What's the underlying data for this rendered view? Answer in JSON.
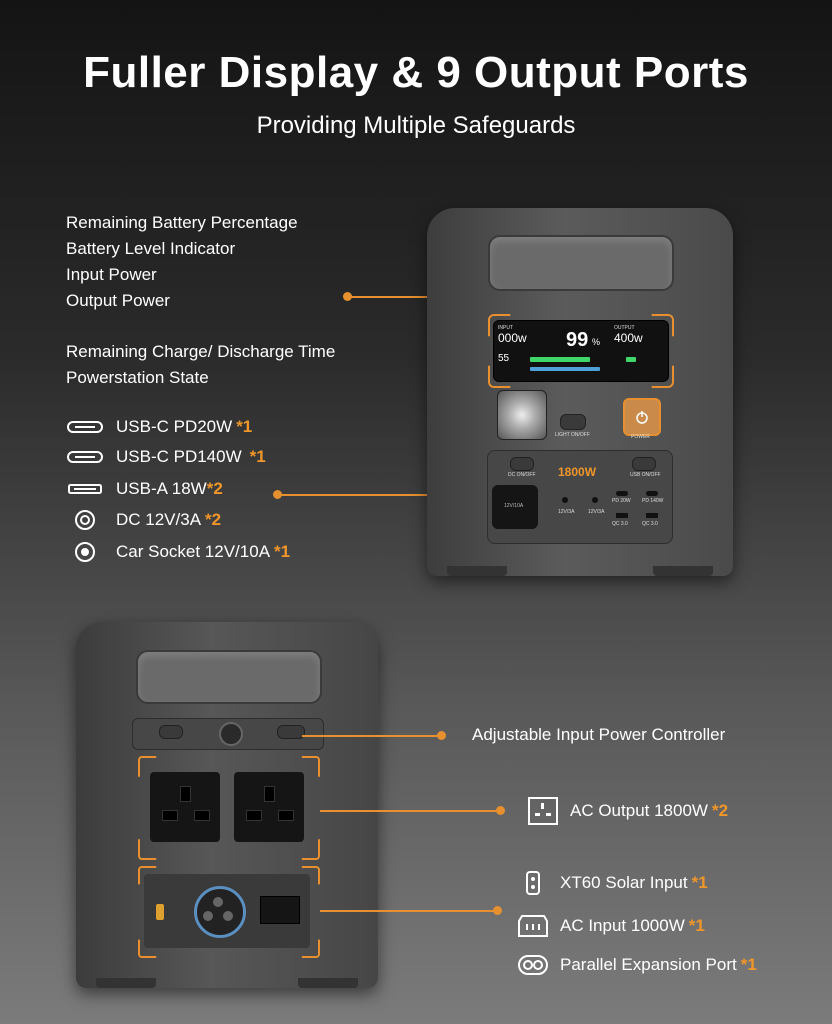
{
  "header": {
    "title": "Fuller Display & 9 Output Ports",
    "subtitle": "Providing Multiple Safeguards"
  },
  "display_features": [
    "Remaining Battery Percentage",
    "Battery Level Indicator",
    "Input Power",
    "Output Power",
    "Remaining Charge/ Discharge Time",
    "Powerstation State"
  ],
  "front_ports": [
    {
      "icon": "usb-c-port-icon",
      "label": "USB-C PD20W",
      "ref": "*1"
    },
    {
      "icon": "usb-c-port-icon",
      "label": "USB-C PD140W",
      "ref": "*1"
    },
    {
      "icon": "usb-a-port-icon",
      "label": "USB-A 18W",
      "ref": "*2"
    },
    {
      "icon": "dc-port-icon",
      "label": "DC 12V/3A",
      "ref": "*2"
    },
    {
      "icon": "car-socket-icon",
      "label": "Car Socket 12V/10A",
      "ref": "*1"
    }
  ],
  "back_features": {
    "controller": "Adjustable Input Power Controller",
    "ac_output": {
      "label": "AC Output 1800W",
      "ref": "*2",
      "icon": "ac-outlet-icon"
    },
    "inputs": [
      {
        "icon": "xt60-icon",
        "label": "XT60 Solar Input",
        "ref": "*1"
      },
      {
        "icon": "ac-input-icon",
        "label": "AC Input 1000W",
        "ref": "*1"
      },
      {
        "icon": "parallel-port-icon",
        "label": "Parallel Expansion Port",
        "ref": "*1"
      }
    ]
  },
  "device_front": {
    "input_label": "INPUT",
    "input_value": "000w",
    "percent": "99",
    "percent_sign": "%",
    "output_label": "OUTPUT",
    "output_value": "400w",
    "time_value": "55",
    "light_label": "LIGHT ON/OFF",
    "power_label": "POWER",
    "dc_label": "DC ON/OFF",
    "usb_label": "USB ON/OFF",
    "wattage": "1800W",
    "car_label": "12V/10A",
    "dc1_label": "12V/3A",
    "dc2_label": "12V/3A",
    "pd20_label": "PD 20W",
    "pd140_label": "PD 140W",
    "qc1_label": "QC 3.0",
    "qc2_label": "QC 3.0"
  },
  "colors": {
    "accent": "#e69030",
    "screen_green": "#3fd66a"
  }
}
